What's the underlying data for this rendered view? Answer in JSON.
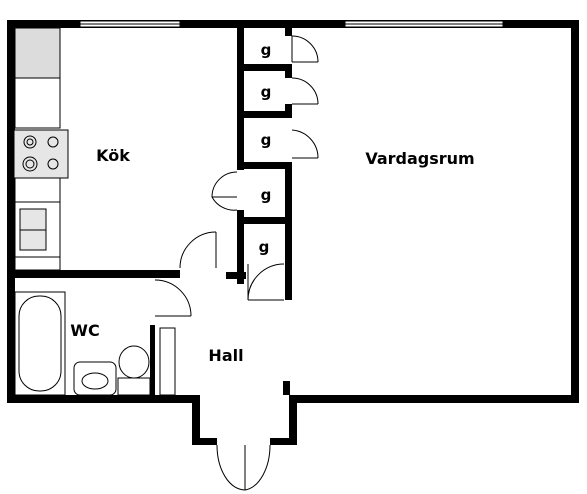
{
  "plan": {
    "rooms": {
      "kitchen": "Kök",
      "living_room": "Vardagsrum",
      "wc": "WC",
      "hall": "Hall"
    },
    "closets": [
      "g",
      "g",
      "g",
      "g",
      "g"
    ]
  },
  "colors": {
    "wall": "#000000",
    "background": "#ffffff",
    "cabinet": "#dcdcdc",
    "appliance": "#e6e6e6"
  }
}
